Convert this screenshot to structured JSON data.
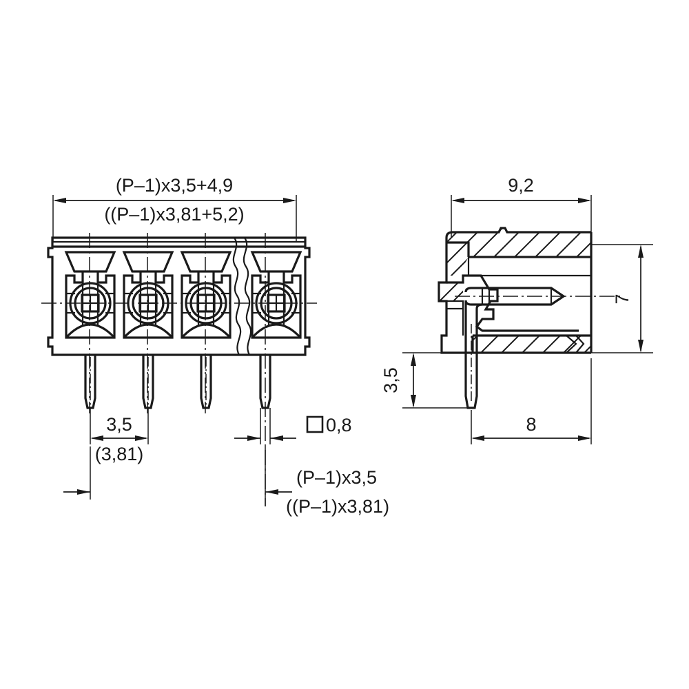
{
  "drawing": {
    "title": "PCB header terminal block - technical dimension drawing",
    "background_color": "#ffffff",
    "line_color": "#1a1a1a",
    "views": {
      "front": {
        "name": "front-view",
        "pole_count_shown": 4,
        "has_break_line": true
      },
      "side": {
        "name": "side-view-section",
        "hatched": true
      }
    },
    "dimensions": {
      "front_overall_top": "(P–1)x3,5+4,9",
      "front_overall_top_alt": "((P–1)x3,81+5,2)",
      "pitch": "3,5",
      "pitch_alt": "(3,81)",
      "pin_cross_section": "0,8",
      "pin_cross_section_symbol": "□",
      "pin_span": "(P–1)x3,5",
      "pin_span_alt": "((P–1)x3,81)",
      "side_depth": "9,2",
      "side_height": "7",
      "pin_length_below": "3,5",
      "pin_horizontal": "8"
    }
  }
}
